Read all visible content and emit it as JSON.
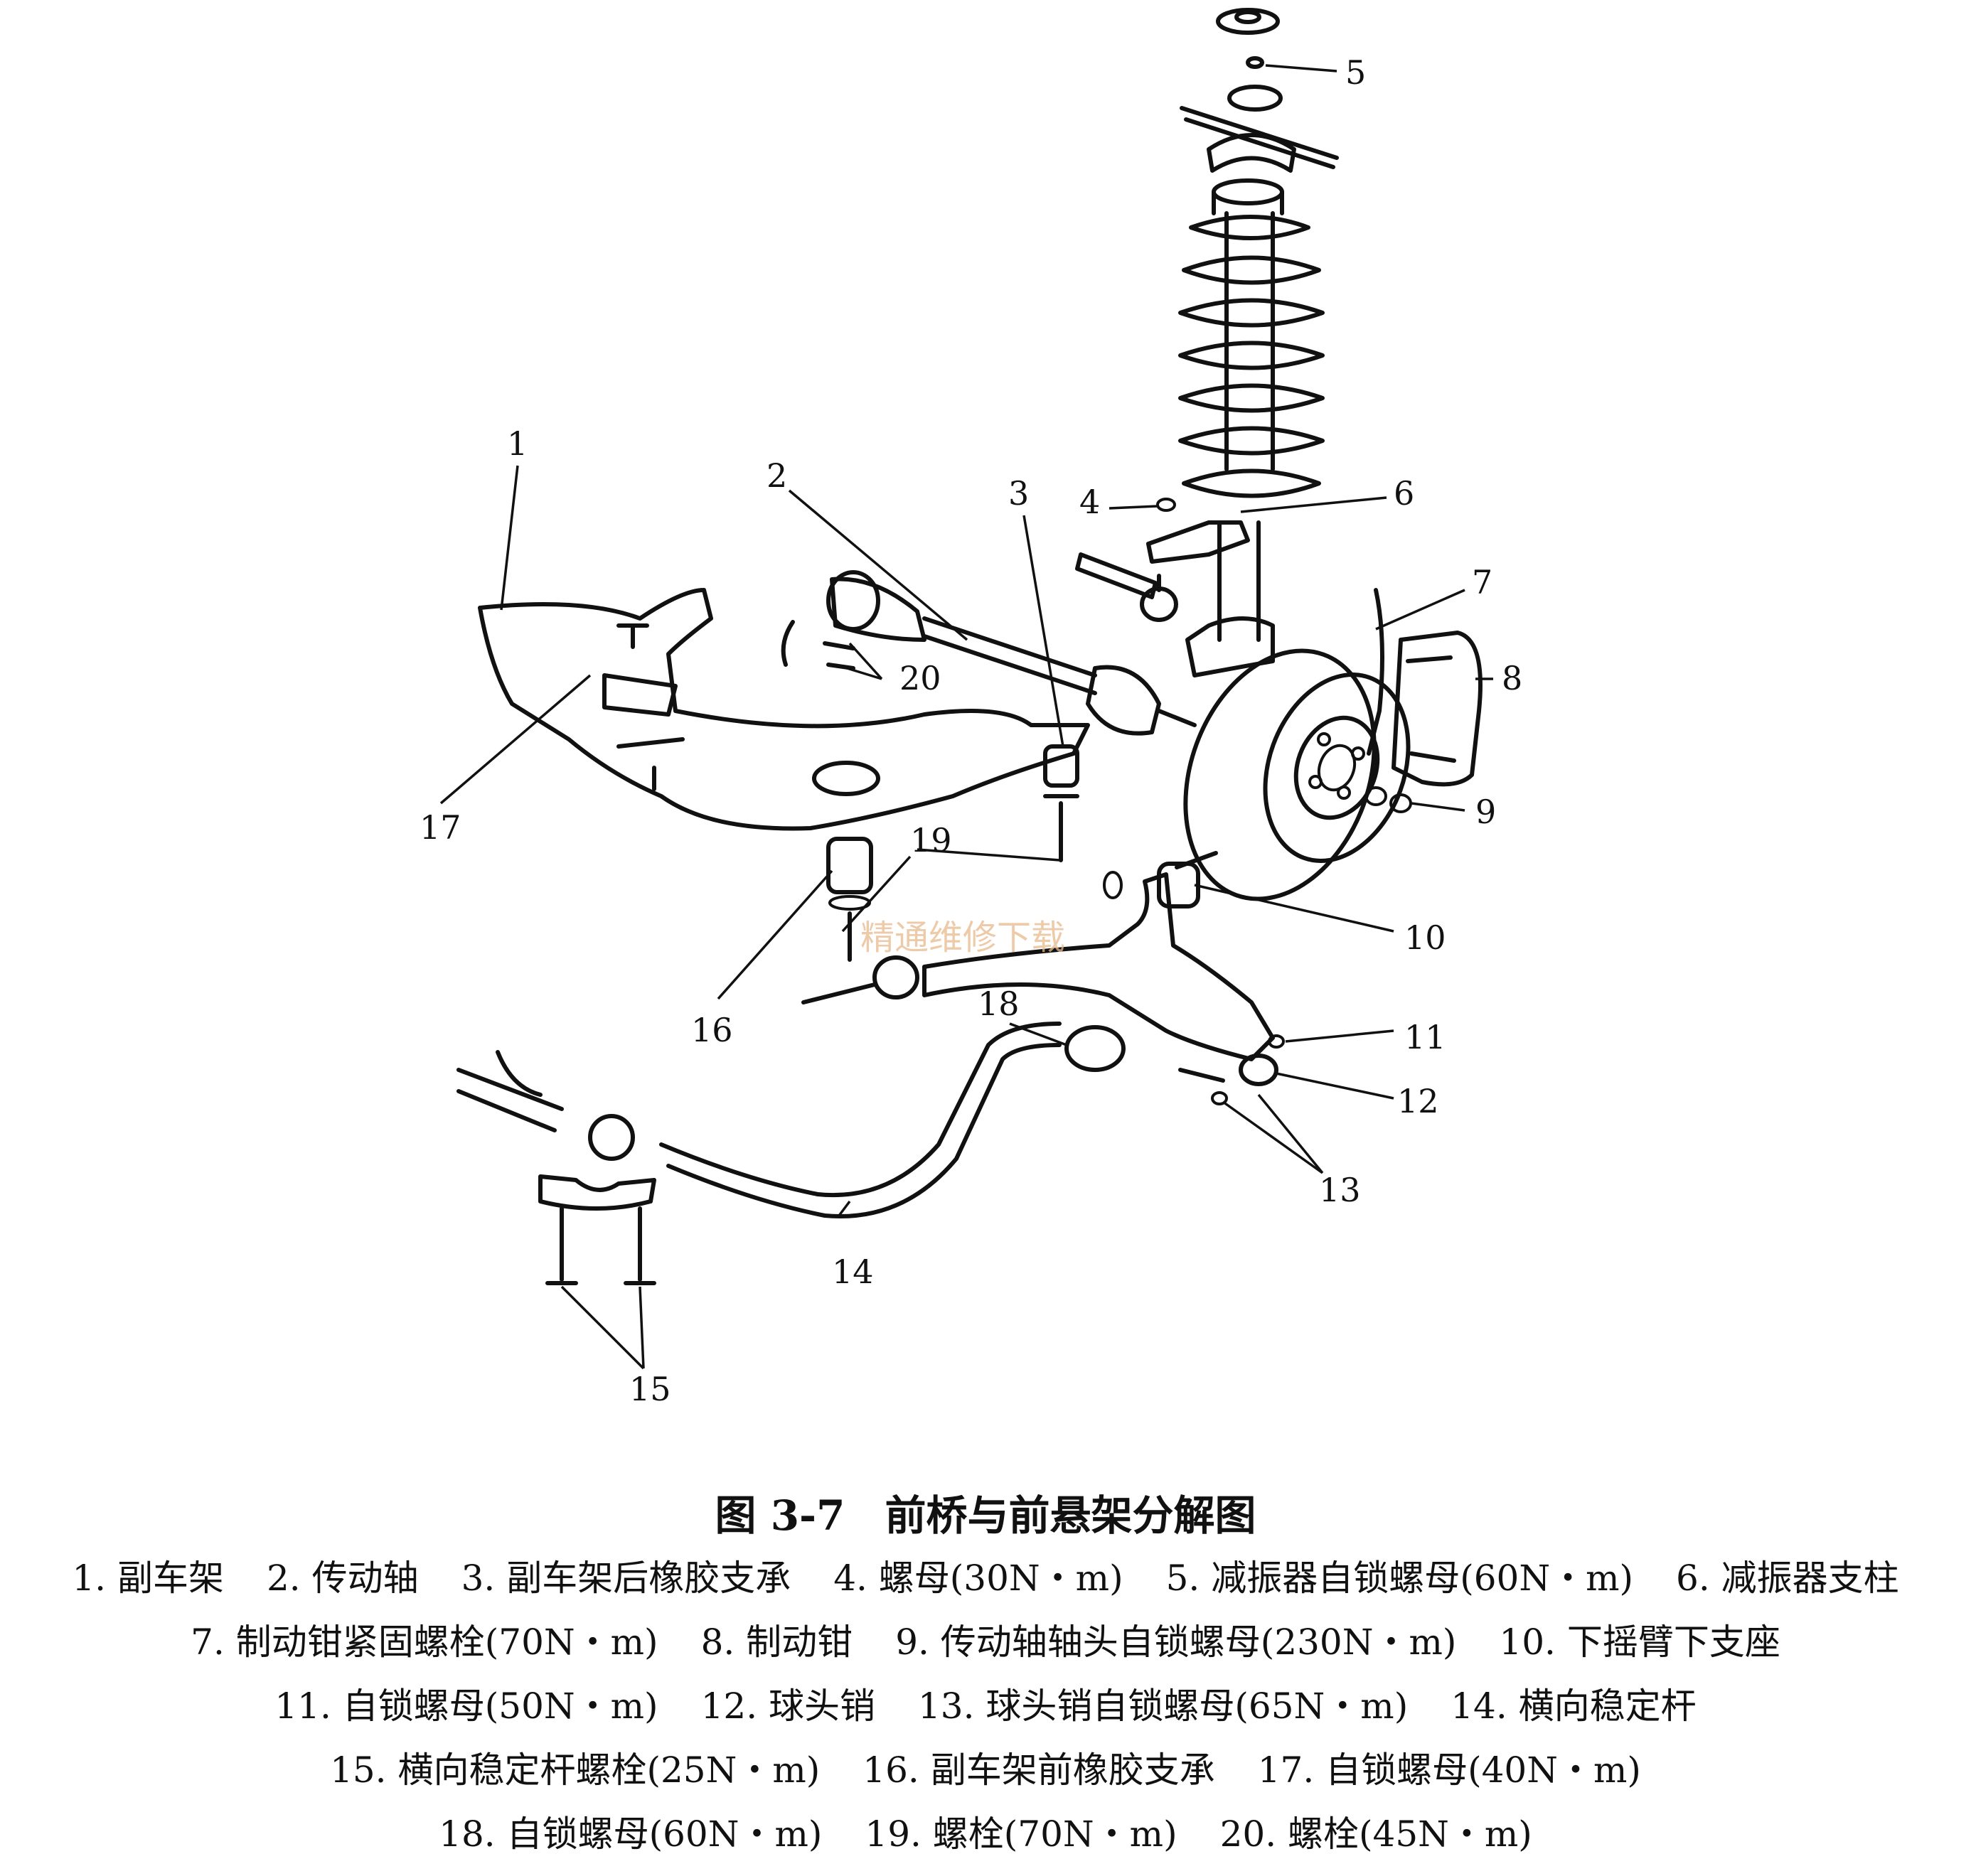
{
  "figure": {
    "number": "图 3-7",
    "title": "前桥与前悬架分解图"
  },
  "watermark": "精通维修下载",
  "callouts": [
    "1",
    "2",
    "3",
    "4",
    "5",
    "6",
    "7",
    "8",
    "9",
    "10",
    "11",
    "12",
    "13",
    "14",
    "15",
    "16",
    "17",
    "18",
    "19",
    "20"
  ],
  "legend": [
    [
      "1. 副车架",
      "2. 传动轴",
      "3. 副车架后橡胶支承",
      "4. 螺母(30N・m)",
      "5. 减振器自锁螺母(60N・m)",
      "6. 减振器支柱"
    ],
    [
      "7. 制动钳紧固螺栓(70N・m)",
      "8. 制动钳",
      "9. 传动轴轴头自锁螺母(230N・m)",
      "10. 下摇臂下支座"
    ],
    [
      "11. 自锁螺母(50N・m)",
      "12. 球头销",
      "13. 球头销自锁螺母(65N・m)",
      "14. 横向稳定杆"
    ],
    [
      "15. 横向稳定杆螺栓(25N・m)",
      "16. 副车架前橡胶支承",
      "17. 自锁螺母(40N・m)"
    ],
    [
      "18. 自锁螺母(60N・m)",
      "19. 螺栓(70N・m)",
      "20. 螺栓(45N・m)"
    ]
  ]
}
